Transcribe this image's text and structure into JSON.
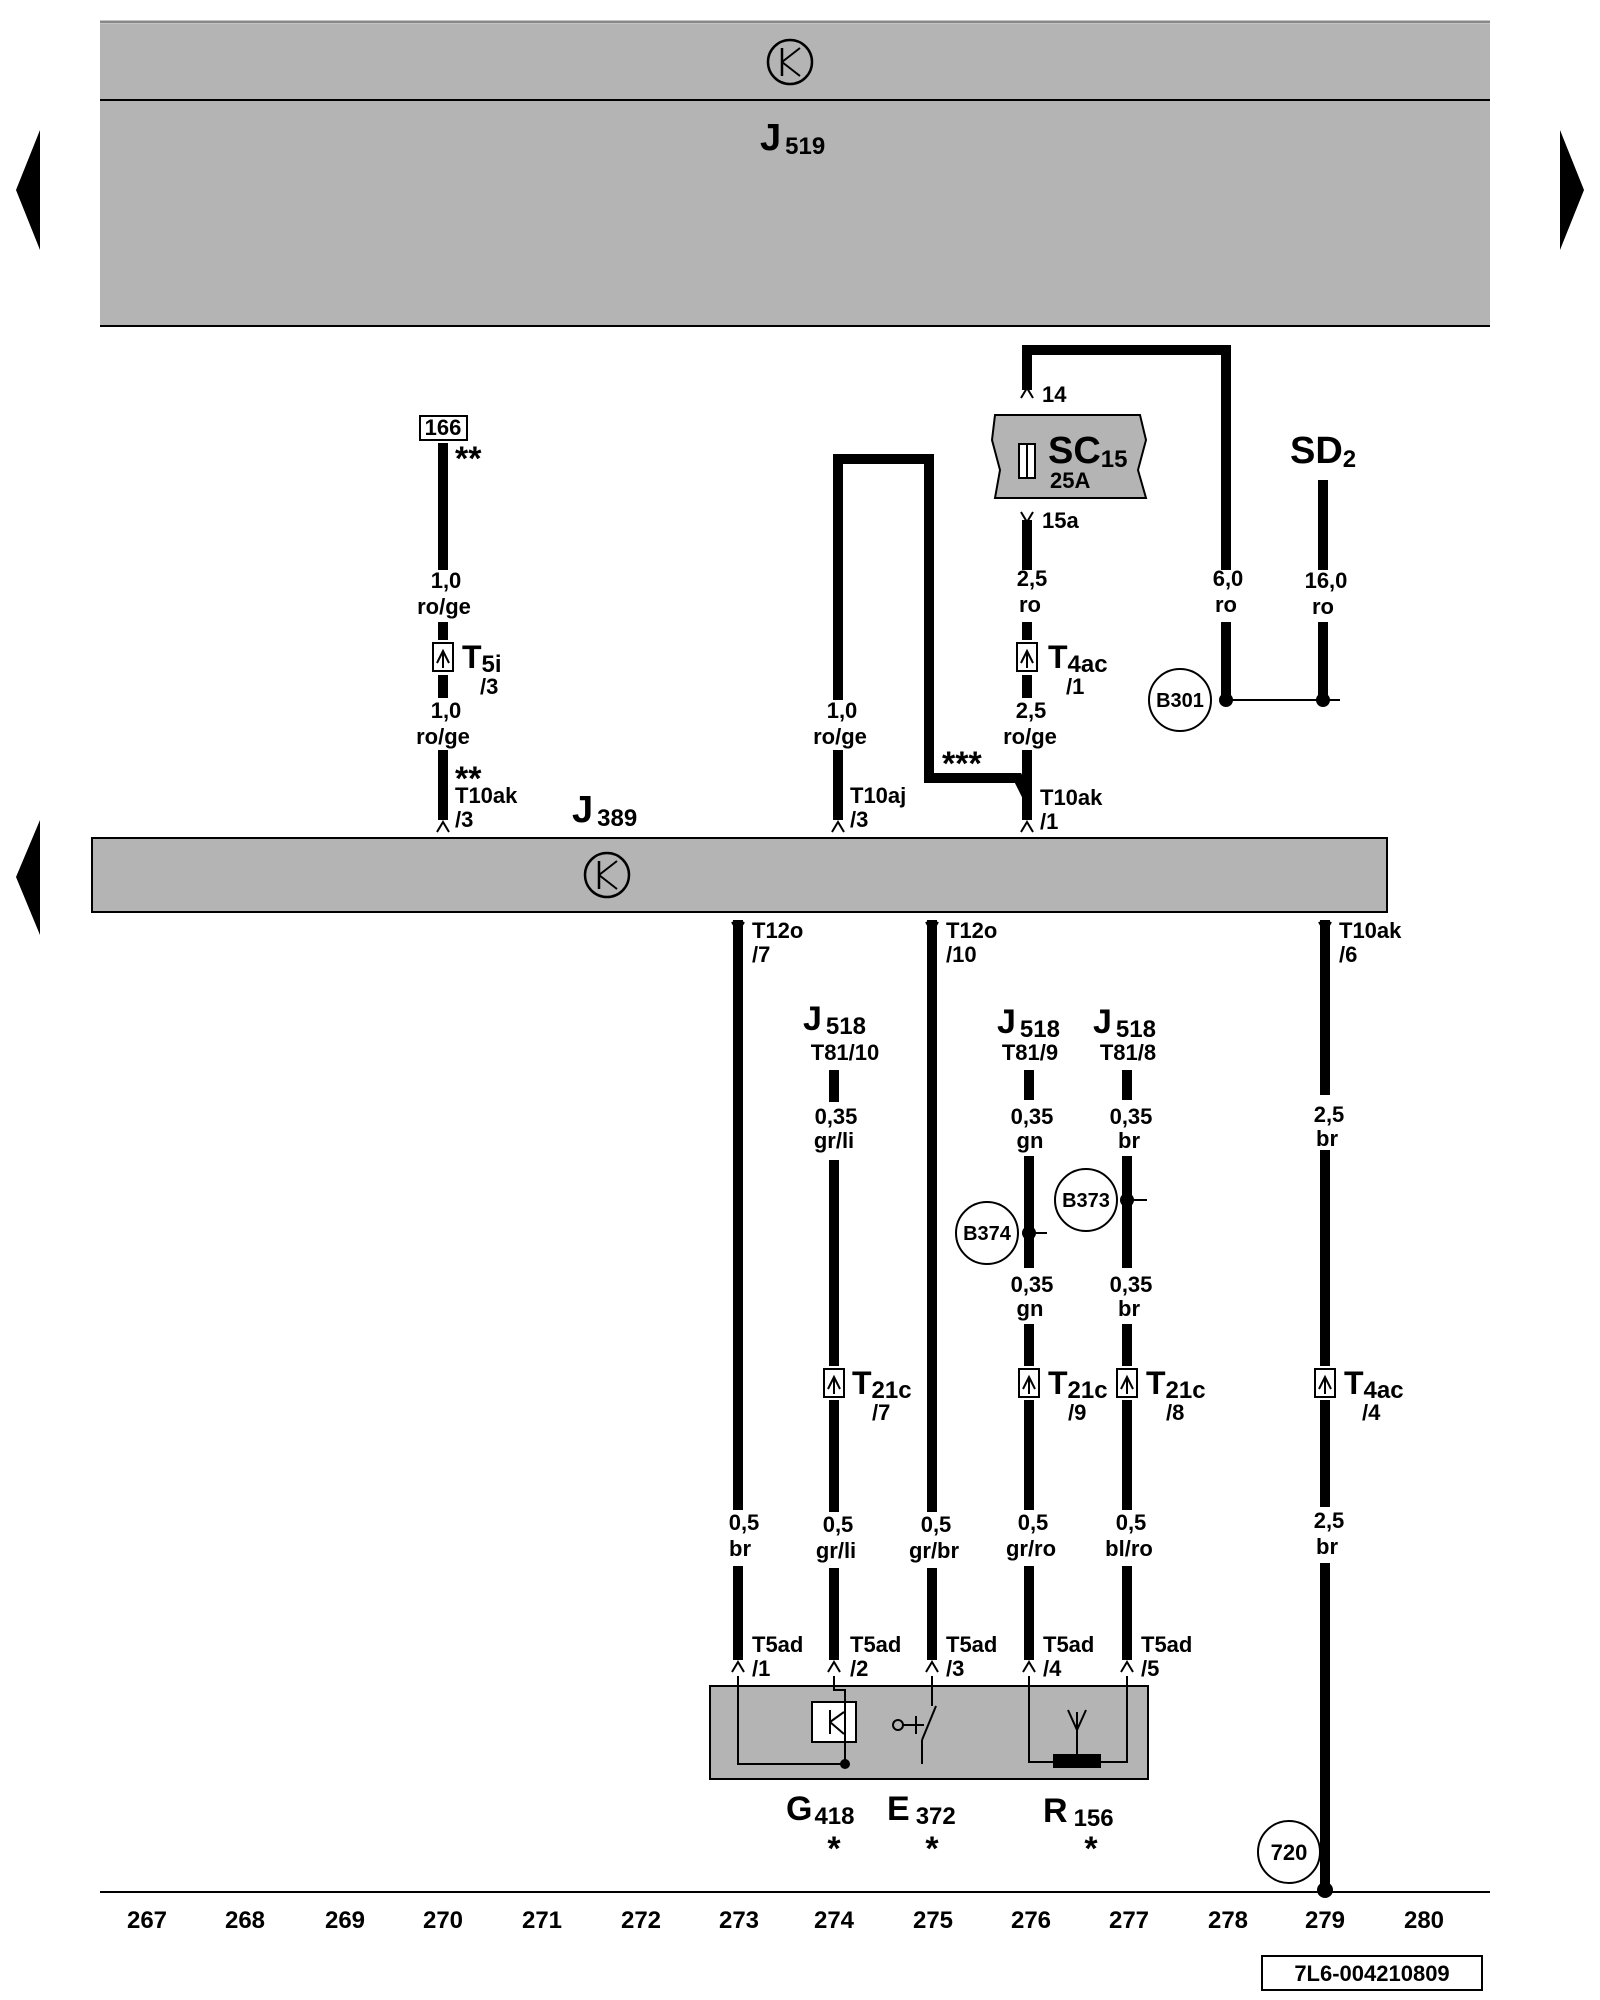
{
  "components": {
    "j519": {
      "letter": "J",
      "sub": "519"
    },
    "j389": {
      "letter": "J",
      "sub": "389"
    },
    "sc15": {
      "letter": "SC",
      "sub": "15",
      "rating": "25A",
      "pin_in": "14",
      "pin_out": "15a"
    },
    "sd2": {
      "letter": "SD",
      "sub": "2"
    },
    "j518_a": {
      "letter": "J",
      "sub": "518",
      "pin": "T81/10"
    },
    "j518_b": {
      "letter": "J",
      "sub": "518",
      "pin": "T81/9"
    },
    "j518_c": {
      "letter": "J",
      "sub": "518",
      "pin": "T81/8"
    },
    "g418": {
      "letter": "G",
      "sub": "418",
      "note": "*"
    },
    "e372": {
      "letter": "E",
      "sub": "372",
      "note": "*"
    },
    "r156": {
      "letter": "R",
      "sub": "156",
      "note": "*"
    }
  },
  "ref_box": "166",
  "grounds": {
    "b301": "B301",
    "b373": "B373",
    "b374": "B374",
    "g720": "720"
  },
  "connectors": {
    "t5i": {
      "letter": "T",
      "sub": "5i",
      "pin": "/3"
    },
    "t4ac_1": {
      "letter": "T",
      "sub": "4ac",
      "pin": "/1"
    },
    "t4ac_4": {
      "letter": "T",
      "sub": "4ac",
      "pin": "/4"
    },
    "t21c_7": {
      "letter": "T",
      "sub": "21c",
      "pin": "/7"
    },
    "t21c_9": {
      "letter": "T",
      "sub": "21c",
      "pin": "/9"
    },
    "t21c_8": {
      "letter": "T",
      "sub": "21c",
      "pin": "/8"
    }
  },
  "pins": {
    "t10ak_3": [
      "T10ak",
      "/3"
    ],
    "t10aj_3": [
      "T10aj",
      "/3"
    ],
    "t10ak_1": [
      "T10ak",
      "/1"
    ],
    "t12o_7": [
      "T12o",
      "/7"
    ],
    "t12o_10": [
      "T12o",
      "/10"
    ],
    "t10ak_6": [
      "T10ak",
      "/6"
    ],
    "t5ad_1": [
      "T5ad",
      "/1"
    ],
    "t5ad_2": [
      "T5ad",
      "/2"
    ],
    "t5ad_3": [
      "T5ad",
      "/3"
    ],
    "t5ad_4": [
      "T5ad",
      "/4"
    ],
    "t5ad_5": [
      "T5ad",
      "/5"
    ]
  },
  "notes": {
    "double_star_1": "**",
    "double_star_2": "**",
    "triple_star": "***"
  },
  "wires": {
    "w270_top": [
      "1,0",
      "ro/ge"
    ],
    "w270_bot": [
      "1,0",
      "ro/ge"
    ],
    "w274_up": [
      "1,0",
      "ro/ge"
    ],
    "w276_top": [
      "2,5",
      "ro"
    ],
    "w276_bot": [
      "2,5",
      "ro/ge"
    ],
    "w278": [
      "6,0",
      "ro"
    ],
    "w279_sd": [
      "16,0",
      "ro"
    ],
    "w273": [
      "0,5",
      "br"
    ],
    "w274a": [
      "0,35",
      "gr/li"
    ],
    "w274b": [
      "0,5",
      "gr/li"
    ],
    "w275": [
      "0,5",
      "gr/br"
    ],
    "w276a": [
      "0,35",
      "gn"
    ],
    "w276b": [
      "0,35",
      "gn"
    ],
    "w276c": [
      "0,5",
      "gr/ro"
    ],
    "w277a": [
      "0,35",
      "br"
    ],
    "w277b": [
      "0,35",
      "br"
    ],
    "w277c": [
      "0,5",
      "bl/ro"
    ],
    "w279a": [
      "2,5",
      "br"
    ],
    "w279b": [
      "2,5",
      "br"
    ]
  },
  "tracks": [
    "267",
    "268",
    "269",
    "270",
    "271",
    "272",
    "273",
    "274",
    "275",
    "276",
    "277",
    "278",
    "279",
    "280"
  ],
  "doc_id": "7L6-004210809",
  "icons": {
    "nav_left": "triangle-left-icon",
    "nav_right": "triangle-right-icon",
    "electronic": "electronic-control-unit-icon",
    "fuse": "fuse-icon",
    "connector": "connector-icon",
    "antenna": "antenna-icon",
    "switch": "push-switch-icon"
  },
  "colors": {
    "component_fill": "#b4b4b4",
    "wire": "#000000"
  }
}
